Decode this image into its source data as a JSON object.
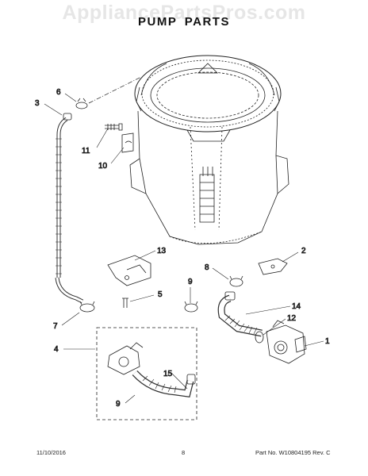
{
  "watermark": "AppliancePartsPros.com",
  "title": "PUMP PARTS",
  "callouts": {
    "c1": "1",
    "c2": "2",
    "c3": "3",
    "c4": "4",
    "c5": "5",
    "c6": "6",
    "c7": "7",
    "c8": "8",
    "c9a": "9",
    "c9b": "9",
    "c10": "10",
    "c11": "11",
    "c12": "12",
    "c13": "13",
    "c14": "14",
    "c15": "15"
  },
  "footer": {
    "date": "11/10/2016",
    "page": "8",
    "part": "Part No.  W10804195  Rev.  C"
  }
}
